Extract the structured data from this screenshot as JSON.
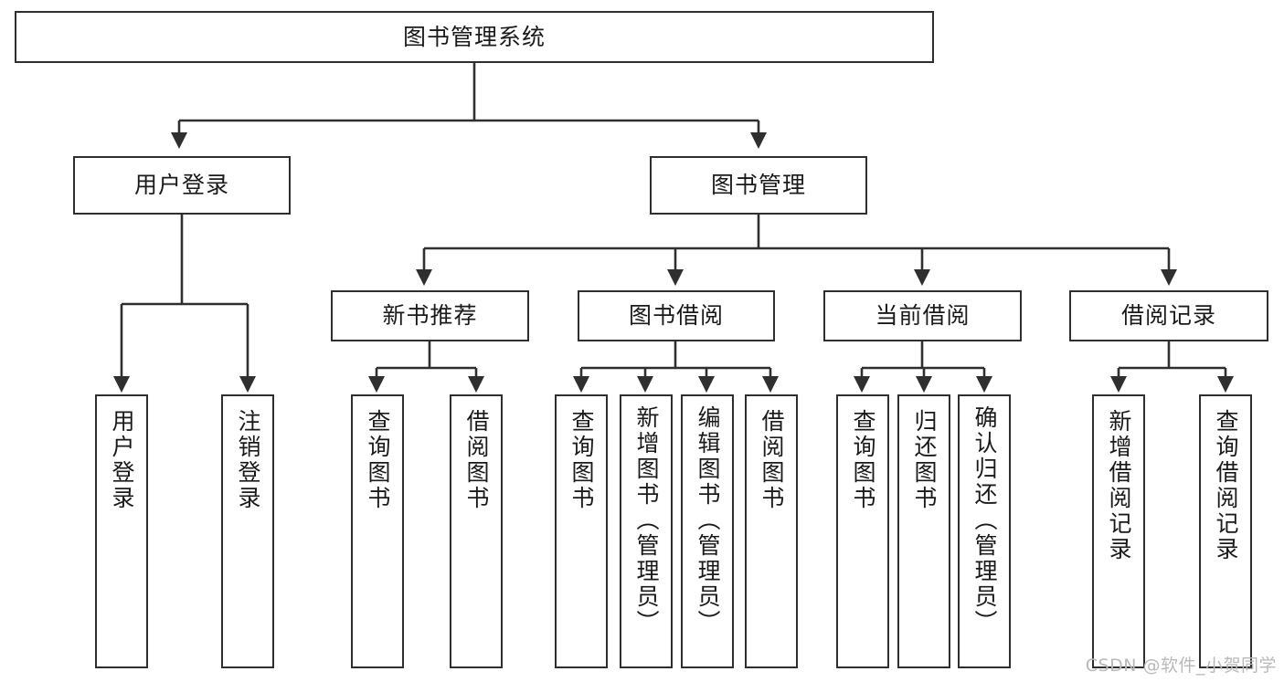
{
  "diagram": {
    "type": "tree",
    "title": "图书管理系统",
    "root": {
      "label": "图书管理系统"
    },
    "level2": [
      {
        "label": "用户登录"
      },
      {
        "label": "图书管理"
      }
    ],
    "level3": [
      {
        "label": "新书推荐"
      },
      {
        "label": "图书借阅"
      },
      {
        "label": "当前借阅"
      },
      {
        "label": "借阅记录"
      }
    ],
    "leaves_user_login": [
      {
        "label": "用户登录"
      },
      {
        "label": "注销登录"
      }
    ],
    "leaves_new_book": [
      {
        "label": "查询图书"
      },
      {
        "label": "借阅图书"
      }
    ],
    "leaves_borrow": [
      {
        "label": "查询图书"
      },
      {
        "label": "新增图书（管理员）"
      },
      {
        "label": "编辑图书（管理员）"
      },
      {
        "label": "借阅图书"
      }
    ],
    "leaves_current": [
      {
        "label": "查询图书"
      },
      {
        "label": "归还图书"
      },
      {
        "label": "确认归还（管理员）"
      }
    ],
    "leaves_record": [
      {
        "label": "新增借阅记录"
      },
      {
        "label": "查询借阅记录"
      }
    ]
  },
  "watermark": {
    "text": "CSDN @软件_小贺同学"
  },
  "colors": {
    "stroke": "#2f2f2f",
    "background": "#ffffff",
    "text": "#1a1a1a",
    "watermark": "#b9b9b9"
  }
}
